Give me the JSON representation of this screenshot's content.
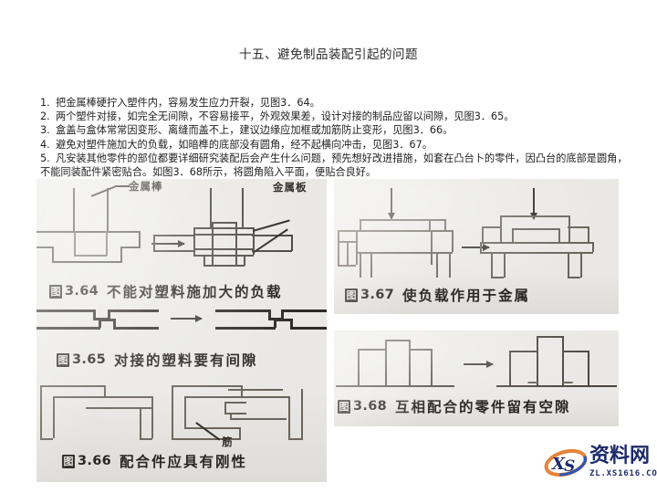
{
  "page": {
    "title": "十五、避免制品装配引起的问题",
    "background_color": "#ffffff"
  },
  "body_text": {
    "items": [
      {
        "num": "1.",
        "text": "把金属棒硬拧入塑件内，容易发生应力开裂，见图3．64。"
      },
      {
        "num": "2.",
        "text": "两个塑件对接，如完全无间隙，不容易接平，外观效果差，设计对接的制品应留以间隙，见图3．65。"
      },
      {
        "num": "3.",
        "text": "盒盖与盒体常常因变形、离缝而盖不上，建议边缘应加框或加筋防止变形，见图3．66。"
      },
      {
        "num": "4.",
        "text": "避免对塑件施加大的负载，如暗榫的底部没有圆角，经不起横向冲击，见图3．67。"
      },
      {
        "num": "5.",
        "text": "凡安装其他零件的部位都要详细研究装配后会产生什么问题，预先想好改进措施，如套在凸台卜的零件，因凸台的底部是圆角，不能同装配件紧密贴合。如图3．68所示，将圆角陷入平面，便贴合良好。"
      }
    ]
  },
  "figures": {
    "fig364": {
      "glyph": "图",
      "number": "3.64",
      "caption": "不能对塑料施加大的负载",
      "label_left": "金属棒",
      "label_right": "金属板"
    },
    "fig365": {
      "glyph": "图",
      "number": "3.65",
      "caption": "对接的塑料要有间隙"
    },
    "fig366": {
      "glyph": "图",
      "number": "3.66",
      "caption": "配合件应具有刚性",
      "label_rib": "筋"
    },
    "fig367": {
      "glyph": "图",
      "number": "3.67",
      "caption": "使负载作用于金属"
    },
    "fig368": {
      "glyph": "图",
      "number": "3.68",
      "caption": "互相配合的零件留有空隙"
    }
  },
  "watermark": {
    "initials": "XS",
    "site_name": "资料网",
    "url": "ZL.XS1616.COM",
    "color": "#1d2a6b",
    "accent_orange": "#e8833a",
    "accent_blue": "#2a55b8"
  }
}
